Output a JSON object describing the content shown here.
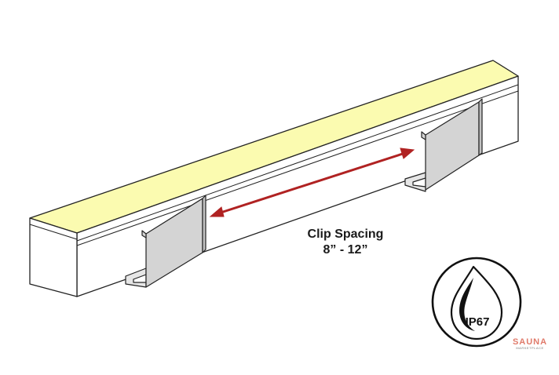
{
  "caption": {
    "title": "Clip Spacing",
    "range": "8” - 12”"
  },
  "badge": {
    "rating": "IP67",
    "icon": "water-drop-icon"
  },
  "logo": {
    "name": "SAUNA",
    "sub": "MARKETPLACE"
  },
  "colors": {
    "top_face": "#fbfbb0",
    "clip_fill": "#d4d4d4",
    "arrow": "#b02222",
    "outline": "#222222",
    "logo_accent": "#e07a6a"
  }
}
